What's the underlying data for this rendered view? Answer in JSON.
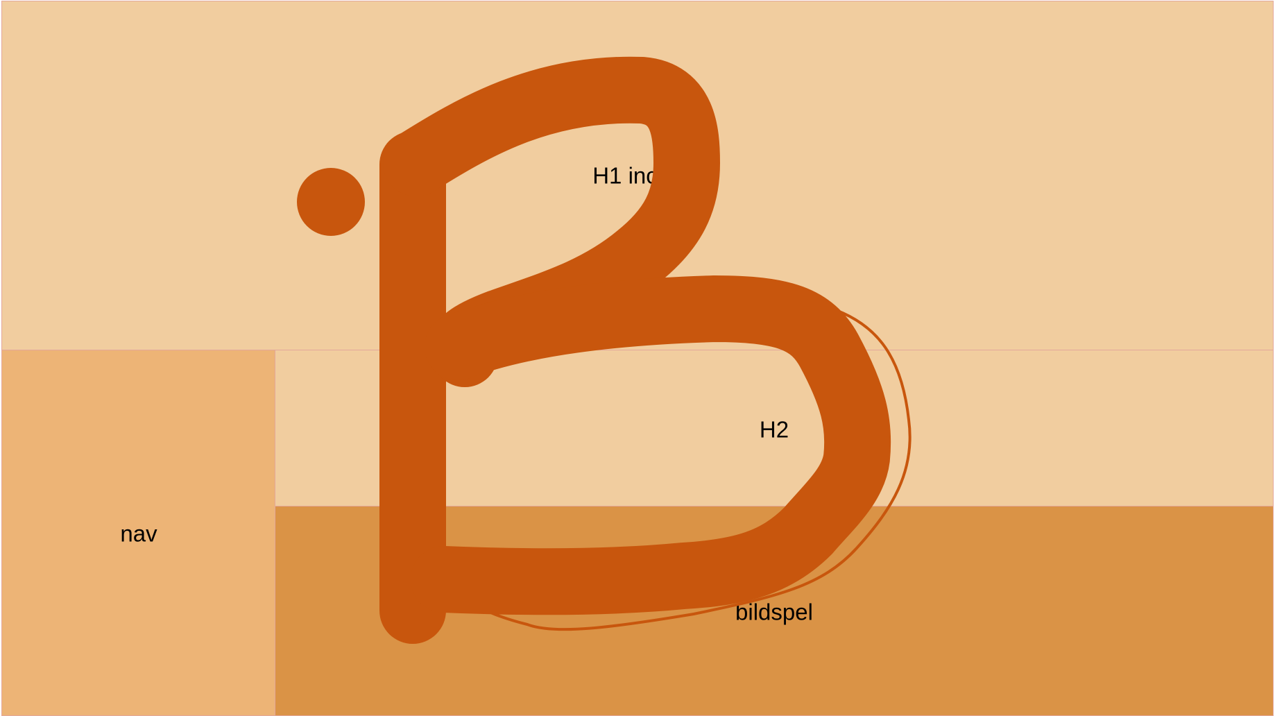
{
  "colors": {
    "h1_fill": "#f1cd9f",
    "nav_fill": "#edb476",
    "h2_fill": "#f1cd9f",
    "bildspel_fill": "#da9346",
    "border": "#e3a79b",
    "stroke": "#c8560d"
  },
  "regions": {
    "h1": {
      "label": "H1 inc"
    },
    "nav": {
      "label": "nav"
    },
    "h2": {
      "label": "H2"
    },
    "bildspel": {
      "label": "bildspel"
    }
  }
}
